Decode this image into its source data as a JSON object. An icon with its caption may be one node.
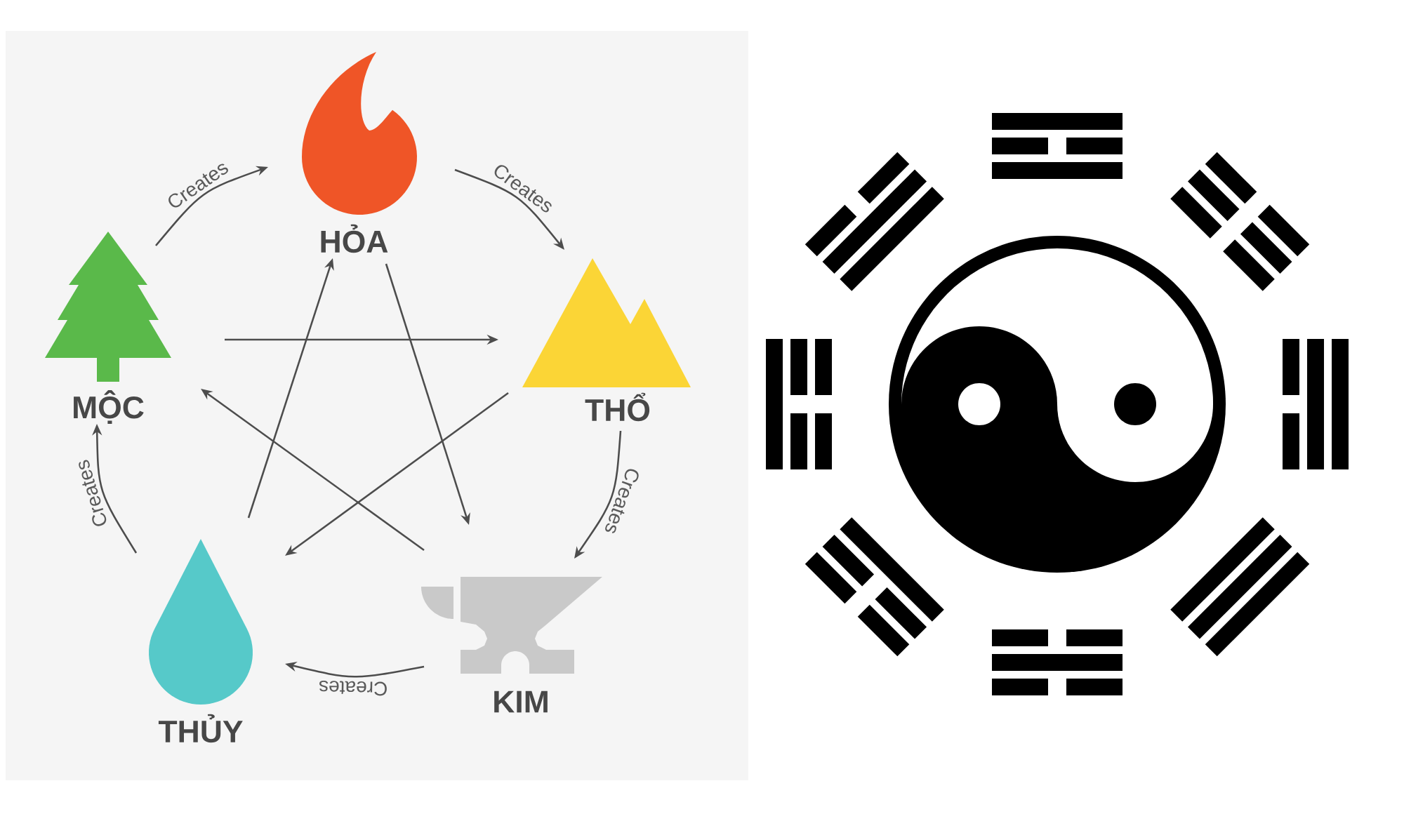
{
  "diagram": {
    "nodes": [
      {
        "text": [
          "HỎA"
        ]
      },
      {
        "text": [
          "THỔ"
        ]
      },
      {
        "text": [
          "KIM"
        ]
      },
      {
        "text": [
          "THỦY"
        ]
      },
      {
        "text": [
          "MỘC"
        ]
      }
    ],
    "edges": [
      {
        "from": 4,
        "to": 0,
        "arrow": "to",
        "label": "Creates"
      },
      {
        "from": 0,
        "to": 1,
        "arrow": "to",
        "label": "Creates"
      },
      {
        "from": 1,
        "to": 2,
        "arrow": "to",
        "label": "Creates"
      },
      {
        "from": 2,
        "to": 3,
        "arrow": "to",
        "label": "Creates"
      },
      {
        "from": 3,
        "to": 4,
        "arrow": "to",
        "label": "Creates"
      },
      {
        "from": 4,
        "to": 1,
        "arrow": "to"
      },
      {
        "from": 1,
        "to": 3,
        "arrow": "to"
      },
      {
        "from": 3,
        "to": 0,
        "arrow": "to"
      },
      {
        "from": 0,
        "to": 2,
        "arrow": "to"
      },
      {
        "from": 2,
        "to": 4,
        "arrow": "to"
      }
    ]
  }
}
